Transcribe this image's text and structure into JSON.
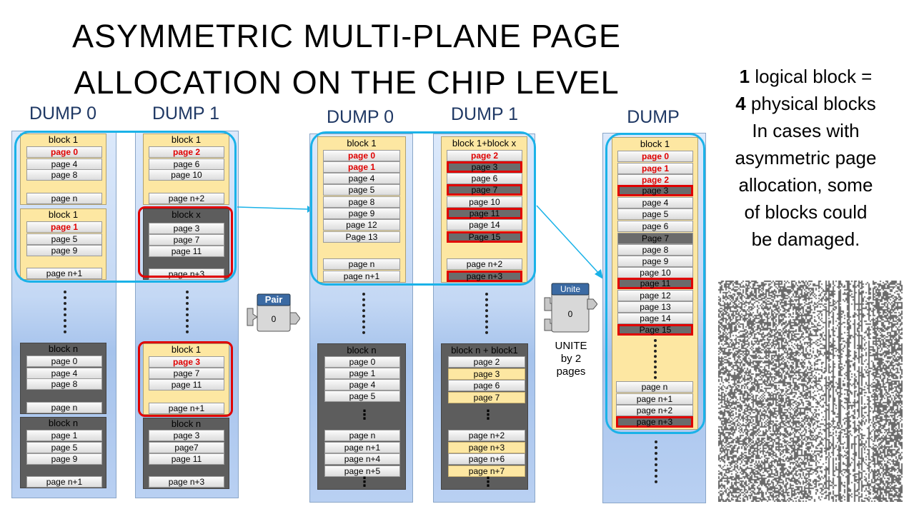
{
  "title": {
    "line1": "ASYMMETRIC  MULTI-PLANE PAGE",
    "line2": "ALLOCATION ON THE CHIP LEVEL"
  },
  "labels": {
    "dump0_a": "DUMP 0",
    "dump1_a": "DUMP 1",
    "dump0_b": "DUMP 0",
    "dump1_b": "DUMP 1",
    "dump_c": "DUMP"
  },
  "col1": {
    "block1": {
      "title": "block 1",
      "pages": [
        "page 0",
        "page 4",
        "page 8",
        "page n"
      ]
    },
    "block2": {
      "title": "block 1",
      "pages": [
        "page 1",
        "page 5",
        "page 9",
        "page n+1"
      ]
    },
    "block3": {
      "title": "block n",
      "pages": [
        "page 0",
        "page 4",
        "page 8",
        "page n"
      ]
    },
    "block4": {
      "title": "block n",
      "pages": [
        "page 1",
        "page 5",
        "page 9",
        "page n+1"
      ]
    }
  },
  "col2": {
    "block1": {
      "title": "block 1",
      "pages": [
        "page 2",
        "page 6",
        "page 10",
        "page n+2"
      ]
    },
    "block2": {
      "title": "block x",
      "pages": [
        "page 3",
        "page 7",
        "page 11",
        "page n+3"
      ]
    },
    "block3": {
      "title": "block 1",
      "pages": [
        "page 3",
        "page 7",
        "page 11",
        "page n+1"
      ]
    },
    "block4": {
      "title": "block n",
      "pages": [
        "page 3",
        "page7",
        "page 11",
        "page n+3"
      ]
    }
  },
  "col3": {
    "block1": {
      "title": "block 1",
      "pages": [
        "page 0",
        "page 1",
        "page 4",
        "page 5",
        "page 8",
        "page 9",
        "page 12",
        "Page 13",
        "page n",
        "page n+1"
      ]
    },
    "block2": {
      "title": "block n",
      "pages": [
        "page 0",
        "page 1",
        "page 4",
        "page 5",
        "page n",
        "page n+1",
        "page n+4",
        "page n+5"
      ]
    }
  },
  "col4": {
    "block1": {
      "title": "block 1+block x",
      "pages": [
        "page 2",
        "page 3",
        "page 6",
        "page 7",
        "page 10",
        "page 11",
        "page 14",
        "Page 15",
        "page n+2",
        "page n+3"
      ]
    },
    "block2": {
      "title": "block n + block1",
      "pages": [
        "page 2",
        "page 3",
        "page 6",
        "page 7",
        "page n+2",
        "page n+3",
        "page n+6",
        "page n+7"
      ]
    }
  },
  "col5": {
    "block1": {
      "title": "block 1",
      "pages": [
        "page 0",
        "page 1",
        "page 2",
        "page 3",
        "page 4",
        "page 5",
        "page 6",
        "Page 7",
        "page 8",
        "page 9",
        "page 10",
        "page 11",
        "page 12",
        "page 13",
        "page 14",
        "Page 15",
        "page n",
        "page n+1",
        "page n+2",
        "page n+3"
      ]
    }
  },
  "pair_icon": {
    "label": "Pair",
    "value": "0"
  },
  "unite_icon": {
    "label": "Unite",
    "value": "0"
  },
  "unite_caption": {
    "line1": "UNITE",
    "line2": "by 2",
    "line3": "pages"
  },
  "side_text": {
    "l1_num": "1",
    "l1_rest": " logical block =",
    "l2_num": "4",
    "l2_rest": " physical blocks",
    "l3": "In cases with",
    "l4": "asymmetric page",
    "l5": "allocation, some",
    "l6": "of blocks could",
    "l7": "be damaged."
  },
  "colors": {
    "block_yellow": "#fde7a2",
    "block_gray": "#5d5d5d",
    "highlight_red": "#e00000",
    "frame_blue": "#1ab2e8",
    "label_navy": "#1f3864"
  },
  "noise_image": {
    "description_icon": "noise-pattern-image"
  }
}
